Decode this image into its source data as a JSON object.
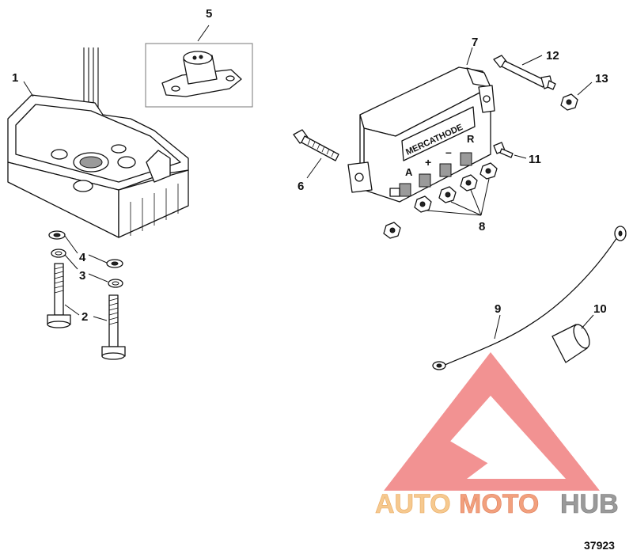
{
  "figure_number": "37923",
  "labels": {
    "p1": "1",
    "p2": "2",
    "p3": "3",
    "p4": "4",
    "p5": "5",
    "p6": "6",
    "p7": "7",
    "p8": "8",
    "p9": "9",
    "p10": "10",
    "p11": "11",
    "p12": "12",
    "p13": "13"
  },
  "mercathode_text": "MERCATHODE",
  "terminal_marks": {
    "a": "A",
    "plus": "+",
    "minus": "–",
    "r": "R"
  },
  "watermark": {
    "part1": "AUTO",
    "part2": "MOTO",
    "part3": "HUB",
    "color_auto": "#f6c98f",
    "color_moto": "#f2a07d",
    "color_hub": "#9a9a9a",
    "logo_color": "#f08080"
  }
}
